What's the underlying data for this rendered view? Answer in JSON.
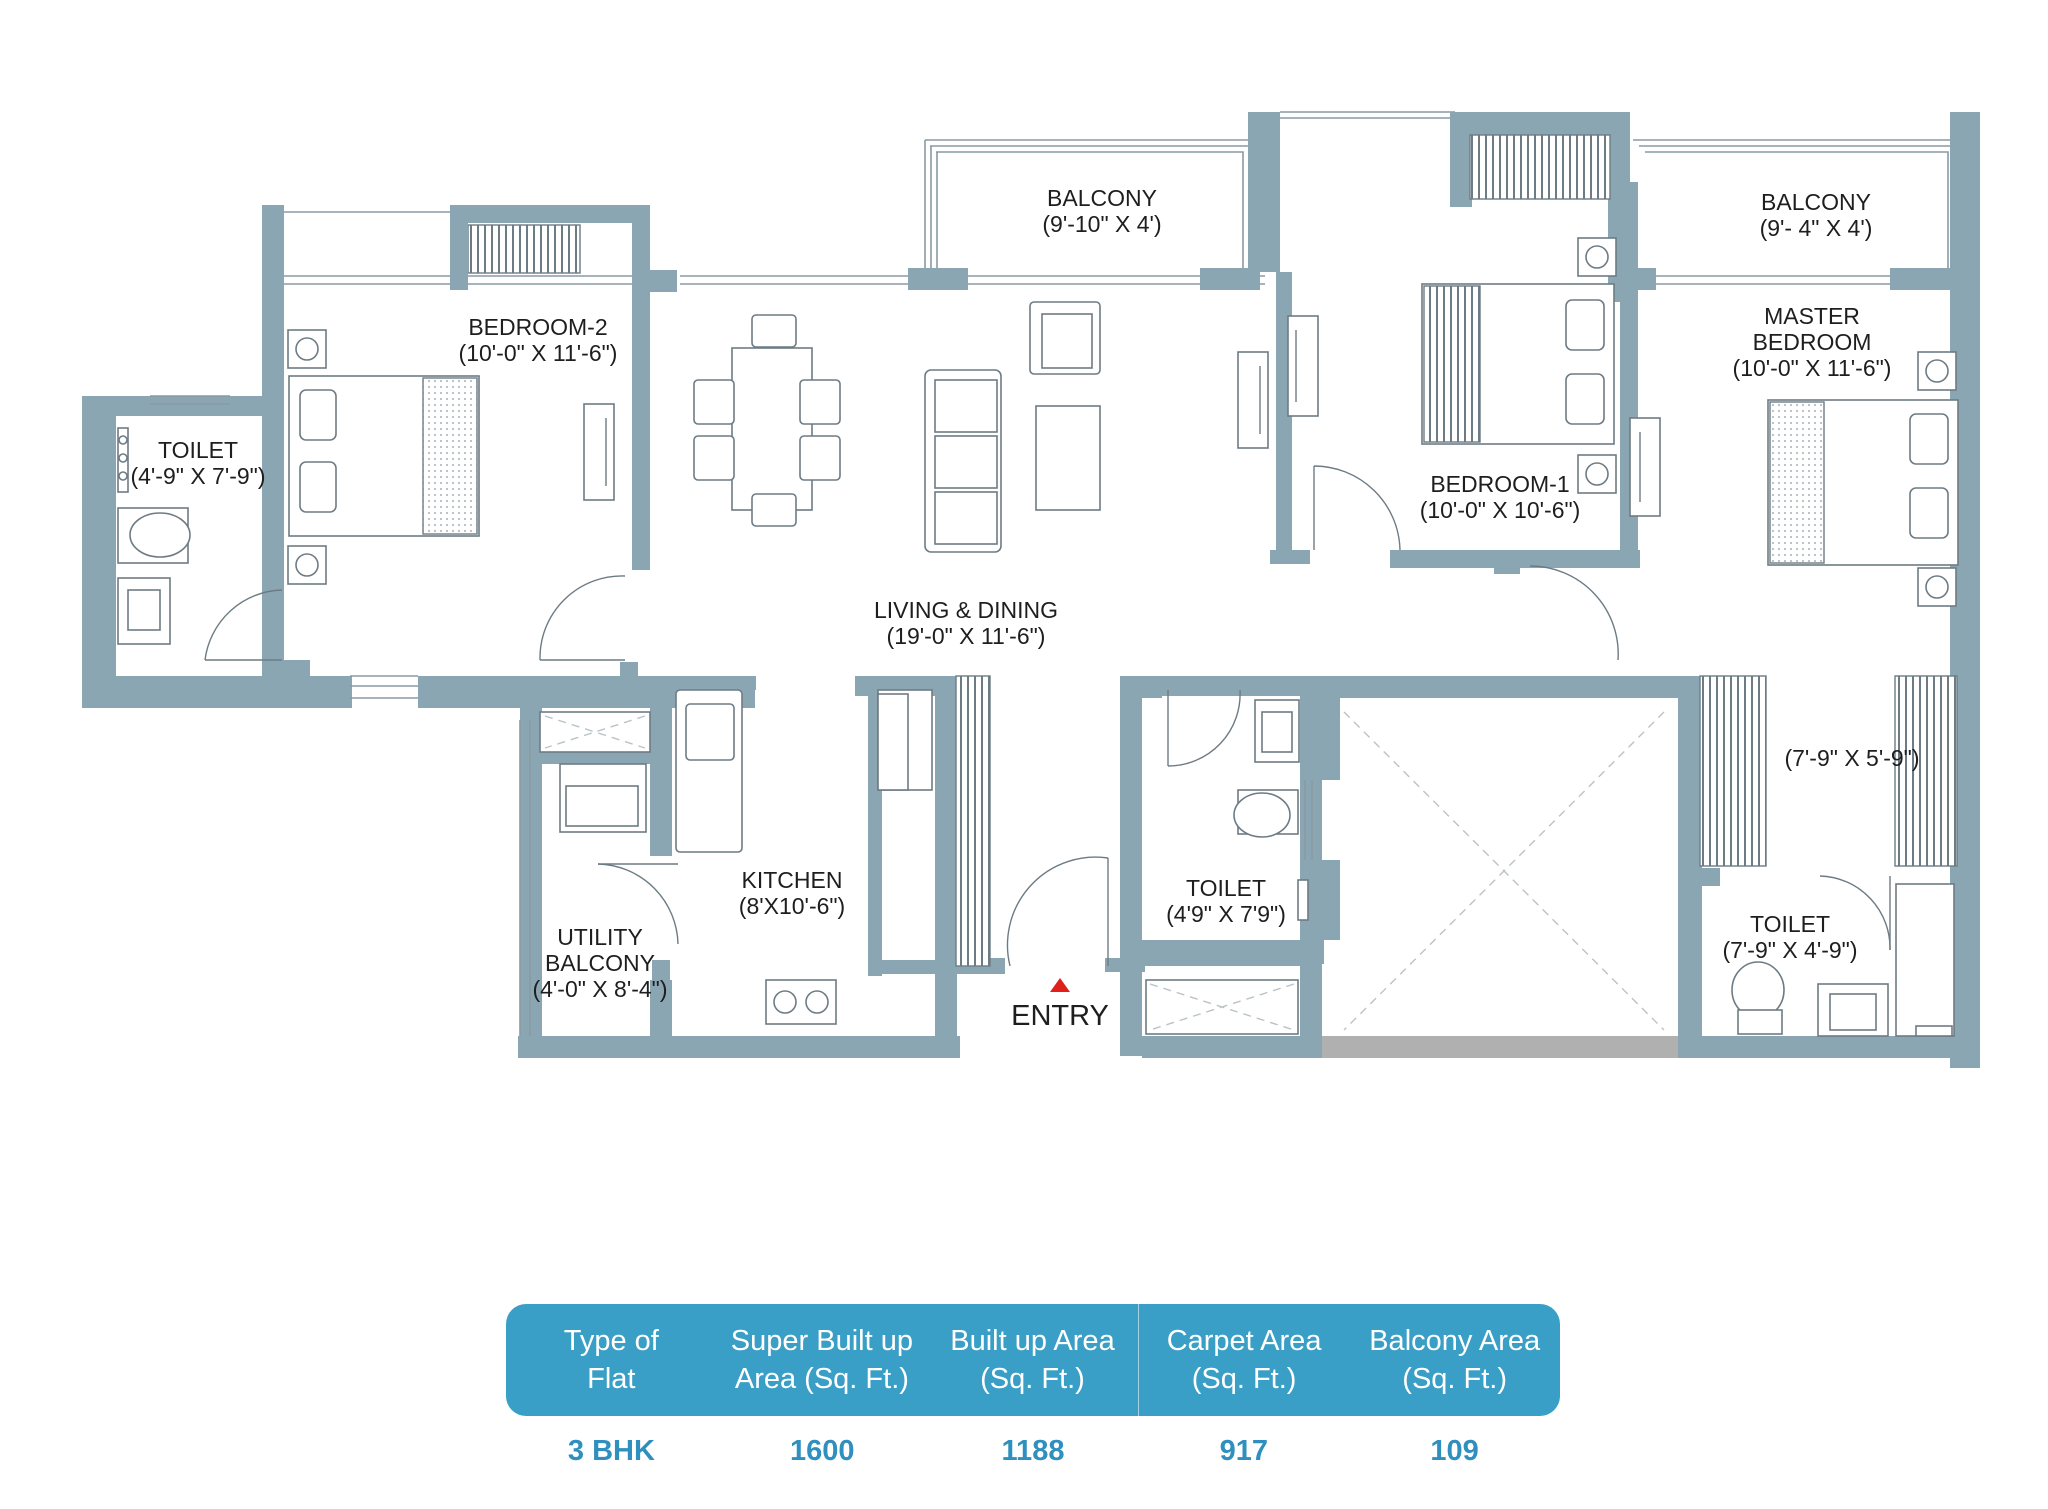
{
  "rooms": {
    "balcony_1": {
      "name": "BALCONY",
      "size": "(9'-10\" X 4')"
    },
    "balcony_2": {
      "name": "BALCONY",
      "size": "(9'- 4\" X 4')"
    },
    "bedroom_2": {
      "name": "BEDROOM-2",
      "size": "(10'-0\" X 11'-6\")"
    },
    "toilet_left": {
      "name": "TOILET",
      "size": "(4'-9\" X 7'-9\")"
    },
    "master_bedroom": {
      "name_line1": "MASTER",
      "name_line2": "BEDROOM",
      "size": "(10'-0\" X 11'-6\")"
    },
    "bedroom_1": {
      "name": "BEDROOM-1",
      "size": "(10'-0\" X 10'-6\")"
    },
    "living_dining": {
      "name": "LIVING & DINING",
      "size": "(19'-0\" X 11'-6\")"
    },
    "walk_in": {
      "size": "(7'-9\" X 5'-9\")"
    },
    "kitchen": {
      "name": "KITCHEN",
      "size": "(8'X10'-6\")"
    },
    "utility_balcony": {
      "name_line1": "UTILITY",
      "name_line2": "BALCONY",
      "size": "(4'-0\" X 8'-4\")"
    },
    "toilet_center": {
      "name": "TOILET",
      "size": "(4'9\" X 7'9\")"
    },
    "toilet_right": {
      "name": "TOILET",
      "size": "(7'-9\" X 4'-9\")"
    },
    "entry": {
      "name": "ENTRY"
    }
  },
  "colors": {
    "wall": "#8aa6b3",
    "entry_marker": "#e0201c",
    "table_header": "#3a9fc6",
    "table_value": "#2f8fbf"
  },
  "area_table": {
    "headers": [
      "Type of\nFlat",
      "Super Built up\nArea (Sq. Ft.)",
      "Built up Area\n(Sq. Ft.)",
      "Carpet Area\n(Sq. Ft.)",
      "Balcony Area\n(Sq. Ft.)"
    ],
    "values": [
      "3 BHK",
      "1600",
      "1188",
      "917",
      "109"
    ]
  }
}
